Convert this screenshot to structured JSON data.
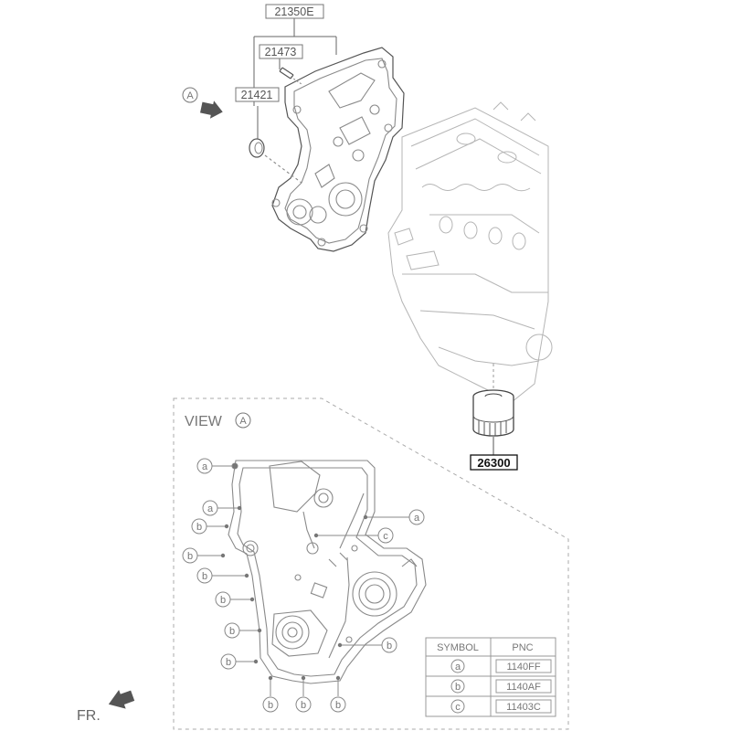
{
  "parts": {
    "cover_assy": "21350E",
    "bolt": "21473",
    "oil_seal": "21421",
    "oil_filter": "26300"
  },
  "view_marker": "A",
  "view_label": "VIEW",
  "direction_label": "FR.",
  "callout_letters": {
    "a": "a",
    "b": "b",
    "c": "c"
  },
  "symbol_table": {
    "headers": [
      "SYMBOL",
      "PNC"
    ],
    "rows": [
      {
        "symbol": "a",
        "pnc": "1140FF"
      },
      {
        "symbol": "b",
        "pnc": "1140AF"
      },
      {
        "symbol": "c",
        "pnc": "11403C"
      }
    ]
  }
}
